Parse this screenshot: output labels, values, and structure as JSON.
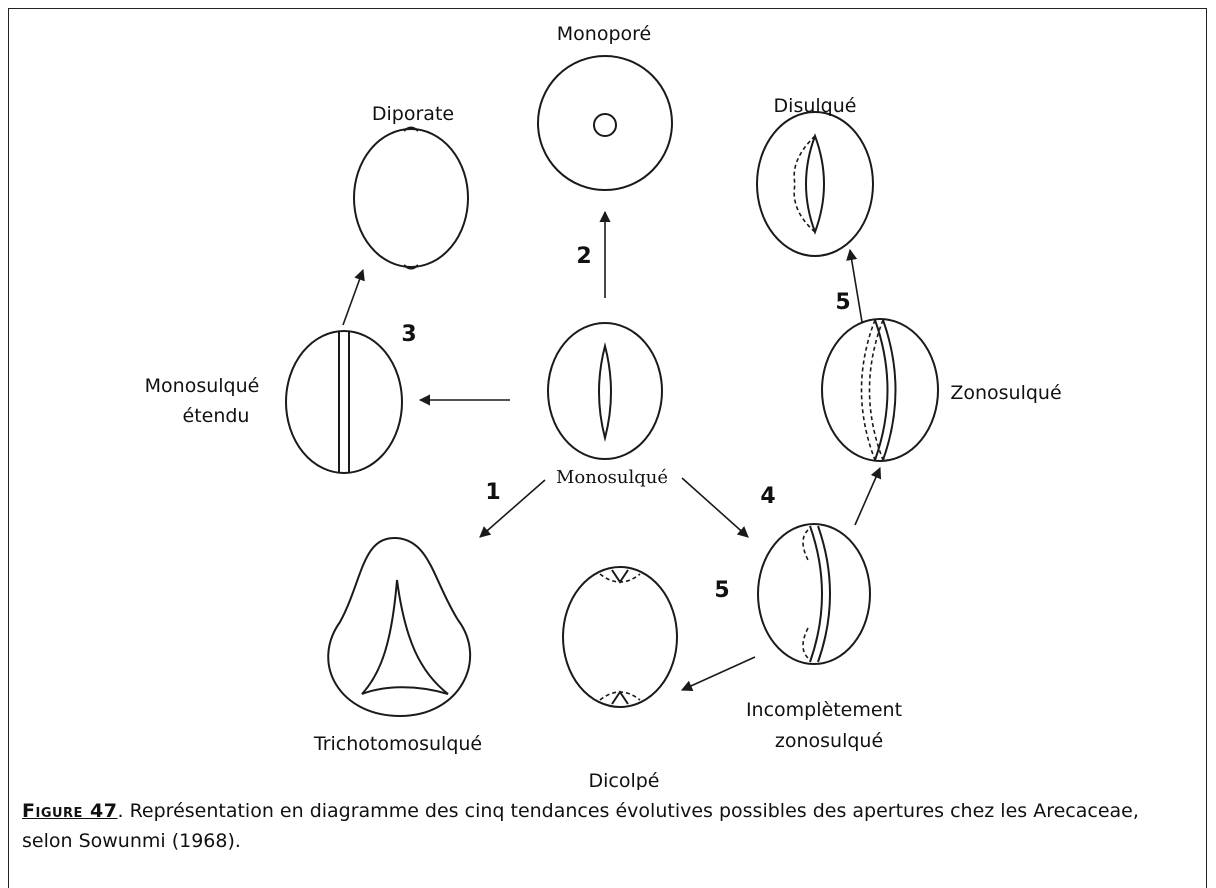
{
  "diagram": {
    "labels": {
      "monopore": "Monoporé",
      "diporate": "Diporate",
      "disulque": "Disulqué",
      "monosulque_etendu_1": "Monosulqué",
      "monosulque_etendu_2": "étendu",
      "monosulque": "Monosulqué",
      "zonosulque": "Zonosulqué",
      "trichotomosulque": "Trichotomosulqué",
      "incompletement_1": "Incomplètement",
      "incompletement_2": "zonosulqué",
      "dicolpe": "Dicolpé"
    },
    "trend_numbers": {
      "trend_2": "2",
      "trend_3": "3",
      "trend_5_top": "5",
      "trend_1": "1",
      "trend_4": "4",
      "trend_5_bottom": "5"
    }
  },
  "caption": {
    "figure_label": "Figure 47",
    "text": ". Représentation en diagramme des cinq tendances évolutives possibles des apertures chez les Arecaceae, selon Sowunmi (1968)."
  }
}
